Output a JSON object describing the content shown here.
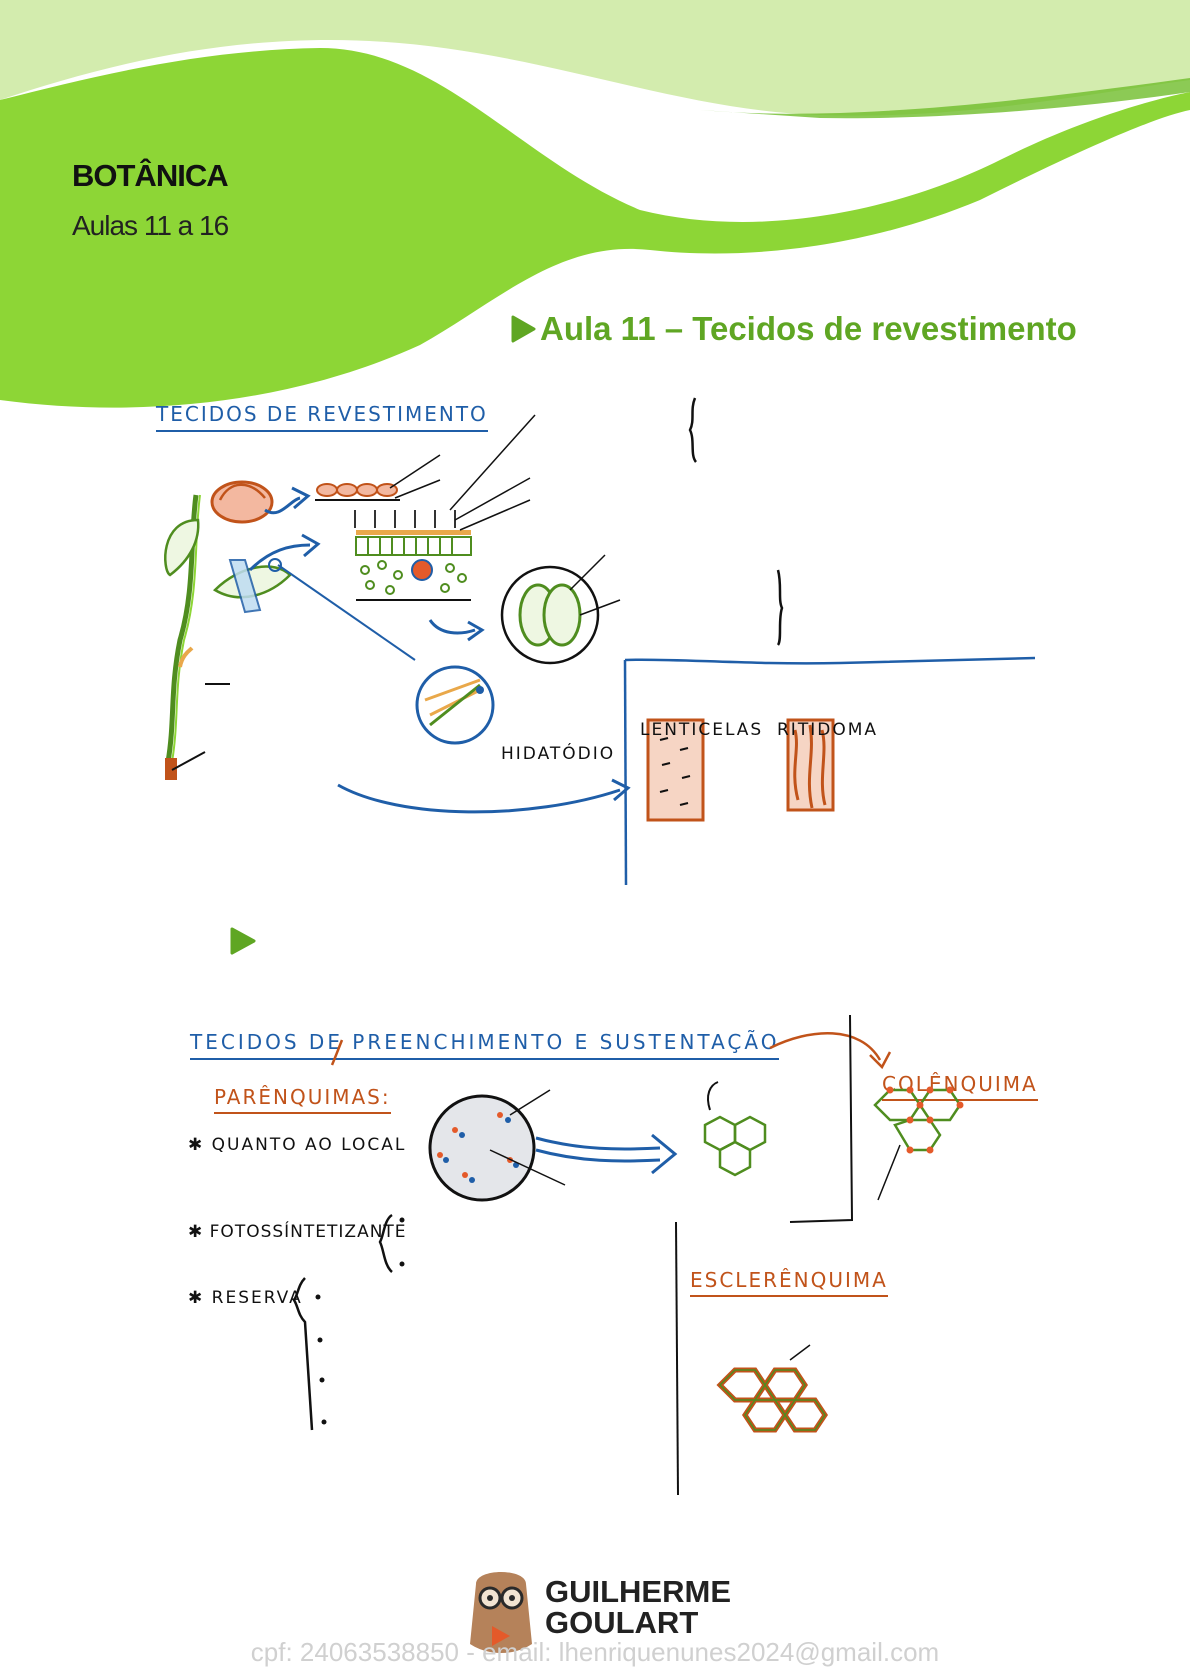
{
  "header": {
    "subject": "BOTÂNICA",
    "lessons": "Aulas 11 a 16",
    "lesson_title": "Aula 11 – Tecidos de revestimento"
  },
  "section_revestimento": {
    "title": "TECIDOS DE REVESTIMENTO",
    "hidatodio": "HIDATÓDIO",
    "lenticelas": "LENTICELAS",
    "ritidoma": "RITIDOMA"
  },
  "section_preenchimento": {
    "title": "TECIDOS DE PREENCHIMENTO E SUSTENTAÇÃO",
    "parenquimas": "PARÊNQUIMAS:",
    "bullets": [
      "QUANTO AO LOCAL",
      "FOTOSSÍNTETIZANTE",
      "RESERVA"
    ],
    "colenquima": "COLÊNQUIMA",
    "esclerenquima": "ESCLERÊNQUIMA"
  },
  "footer": {
    "brand_line1": "GUILHERME",
    "brand_line2": "GOULART",
    "watermark": "cpf: 24063538850 - email: lhenriquenunes2024@gmail.com"
  },
  "colors": {
    "green_dark": "#8dd636",
    "green_light": "#d3ecae",
    "accent_green": "#5fa623",
    "hand_blue": "#1f5ea8",
    "hand_red": "#c1531a"
  }
}
